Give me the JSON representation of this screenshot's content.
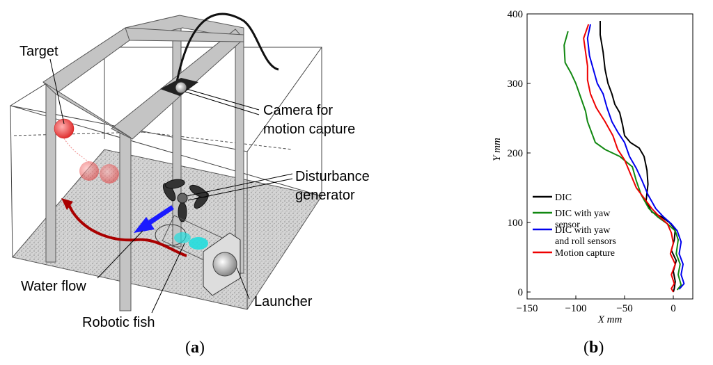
{
  "panel_a": {
    "labels": {
      "target": "Target",
      "camera_line1": "Camera for",
      "camera_line2": "motion capture",
      "disturbance_line1": "Disturbance",
      "disturbance_line2": "generator",
      "water_flow": "Water flow",
      "launcher": "Launcher",
      "robotic_fish": "Robotic fish"
    },
    "colors": {
      "flow_arrow": "#1a1aff",
      "path": "#aa0000",
      "target": "#ee2222",
      "fish": "#22dddd",
      "frame": "#b8b8b8"
    }
  },
  "captions": {
    "a_letter": "a",
    "b_letter": "b"
  },
  "chart_data": {
    "type": "line",
    "xlabel": "X mm",
    "ylabel": "Y mm",
    "xlim": [
      -150,
      20
    ],
    "ylim": [
      -10,
      400
    ],
    "xticks": [
      -150,
      -100,
      -50,
      0
    ],
    "yticks": [
      0,
      100,
      200,
      300,
      400
    ],
    "legend_position": "lower-left",
    "grid": false,
    "series": [
      {
        "name": "DIC",
        "color": "#000000",
        "points": [
          [
            -75,
            390
          ],
          [
            -75,
            370
          ],
          [
            -72,
            345
          ],
          [
            -70,
            320
          ],
          [
            -67,
            300
          ],
          [
            -63,
            285
          ],
          [
            -60,
            270
          ],
          [
            -55,
            258
          ],
          [
            -52,
            240
          ],
          [
            -50,
            225
          ],
          [
            -44,
            215
          ],
          [
            -35,
            207
          ],
          [
            -30,
            195
          ],
          [
            -27,
            175
          ],
          [
            -26,
            155
          ],
          [
            -28,
            130
          ],
          [
            -22,
            115
          ],
          [
            -12,
            108
          ],
          [
            -4,
            100
          ],
          [
            2,
            90
          ],
          [
            1,
            75
          ],
          [
            -2,
            60
          ],
          [
            3,
            45
          ],
          [
            0,
            30
          ],
          [
            2,
            15
          ],
          [
            1,
            5
          ],
          [
            0,
            0
          ]
        ]
      },
      {
        "name": "DIC with yaw sensor",
        "color": "#118811",
        "points": [
          [
            -108,
            375
          ],
          [
            -112,
            355
          ],
          [
            -111,
            330
          ],
          [
            -105,
            315
          ],
          [
            -100,
            300
          ],
          [
            -95,
            280
          ],
          [
            -90,
            260
          ],
          [
            -88,
            245
          ],
          [
            -84,
            230
          ],
          [
            -80,
            215
          ],
          [
            -70,
            205
          ],
          [
            -55,
            195
          ],
          [
            -42,
            180
          ],
          [
            -38,
            160
          ],
          [
            -33,
            140
          ],
          [
            -25,
            120
          ],
          [
            -16,
            108
          ],
          [
            -6,
            98
          ],
          [
            2,
            88
          ],
          [
            5,
            75
          ],
          [
            3,
            55
          ],
          [
            7,
            40
          ],
          [
            5,
            25
          ],
          [
            8,
            10
          ],
          [
            4,
            3
          ]
        ]
      },
      {
        "name": "DIC with yaw and roll sensors",
        "color": "#0000ee",
        "points": [
          [
            -85,
            385
          ],
          [
            -88,
            365
          ],
          [
            -86,
            340
          ],
          [
            -82,
            320
          ],
          [
            -78,
            300
          ],
          [
            -72,
            285
          ],
          [
            -68,
            265
          ],
          [
            -63,
            245
          ],
          [
            -57,
            230
          ],
          [
            -50,
            215
          ],
          [
            -45,
            195
          ],
          [
            -38,
            178
          ],
          [
            -32,
            160
          ],
          [
            -26,
            140
          ],
          [
            -18,
            120
          ],
          [
            -10,
            108
          ],
          [
            -2,
            98
          ],
          [
            4,
            88
          ],
          [
            8,
            72
          ],
          [
            6,
            55
          ],
          [
            10,
            40
          ],
          [
            8,
            25
          ],
          [
            11,
            12
          ],
          [
            6,
            4
          ]
        ]
      },
      {
        "name": "Motion capture",
        "color": "#ee0000",
        "points": [
          [
            -87,
            385
          ],
          [
            -92,
            365
          ],
          [
            -90,
            345
          ],
          [
            -88,
            325
          ],
          [
            -88,
            305
          ],
          [
            -85,
            285
          ],
          [
            -79,
            265
          ],
          [
            -70,
            245
          ],
          [
            -62,
            225
          ],
          [
            -57,
            205
          ],
          [
            -50,
            190
          ],
          [
            -44,
            170
          ],
          [
            -38,
            150
          ],
          [
            -30,
            135
          ],
          [
            -22,
            120
          ],
          [
            -14,
            108
          ],
          [
            -6,
            98
          ],
          [
            -2,
            85
          ],
          [
            0,
            70
          ],
          [
            -3,
            55
          ],
          [
            2,
            40
          ],
          [
            -2,
            25
          ],
          [
            1,
            12
          ],
          [
            -2,
            5
          ],
          [
            0,
            0
          ]
        ]
      }
    ]
  }
}
